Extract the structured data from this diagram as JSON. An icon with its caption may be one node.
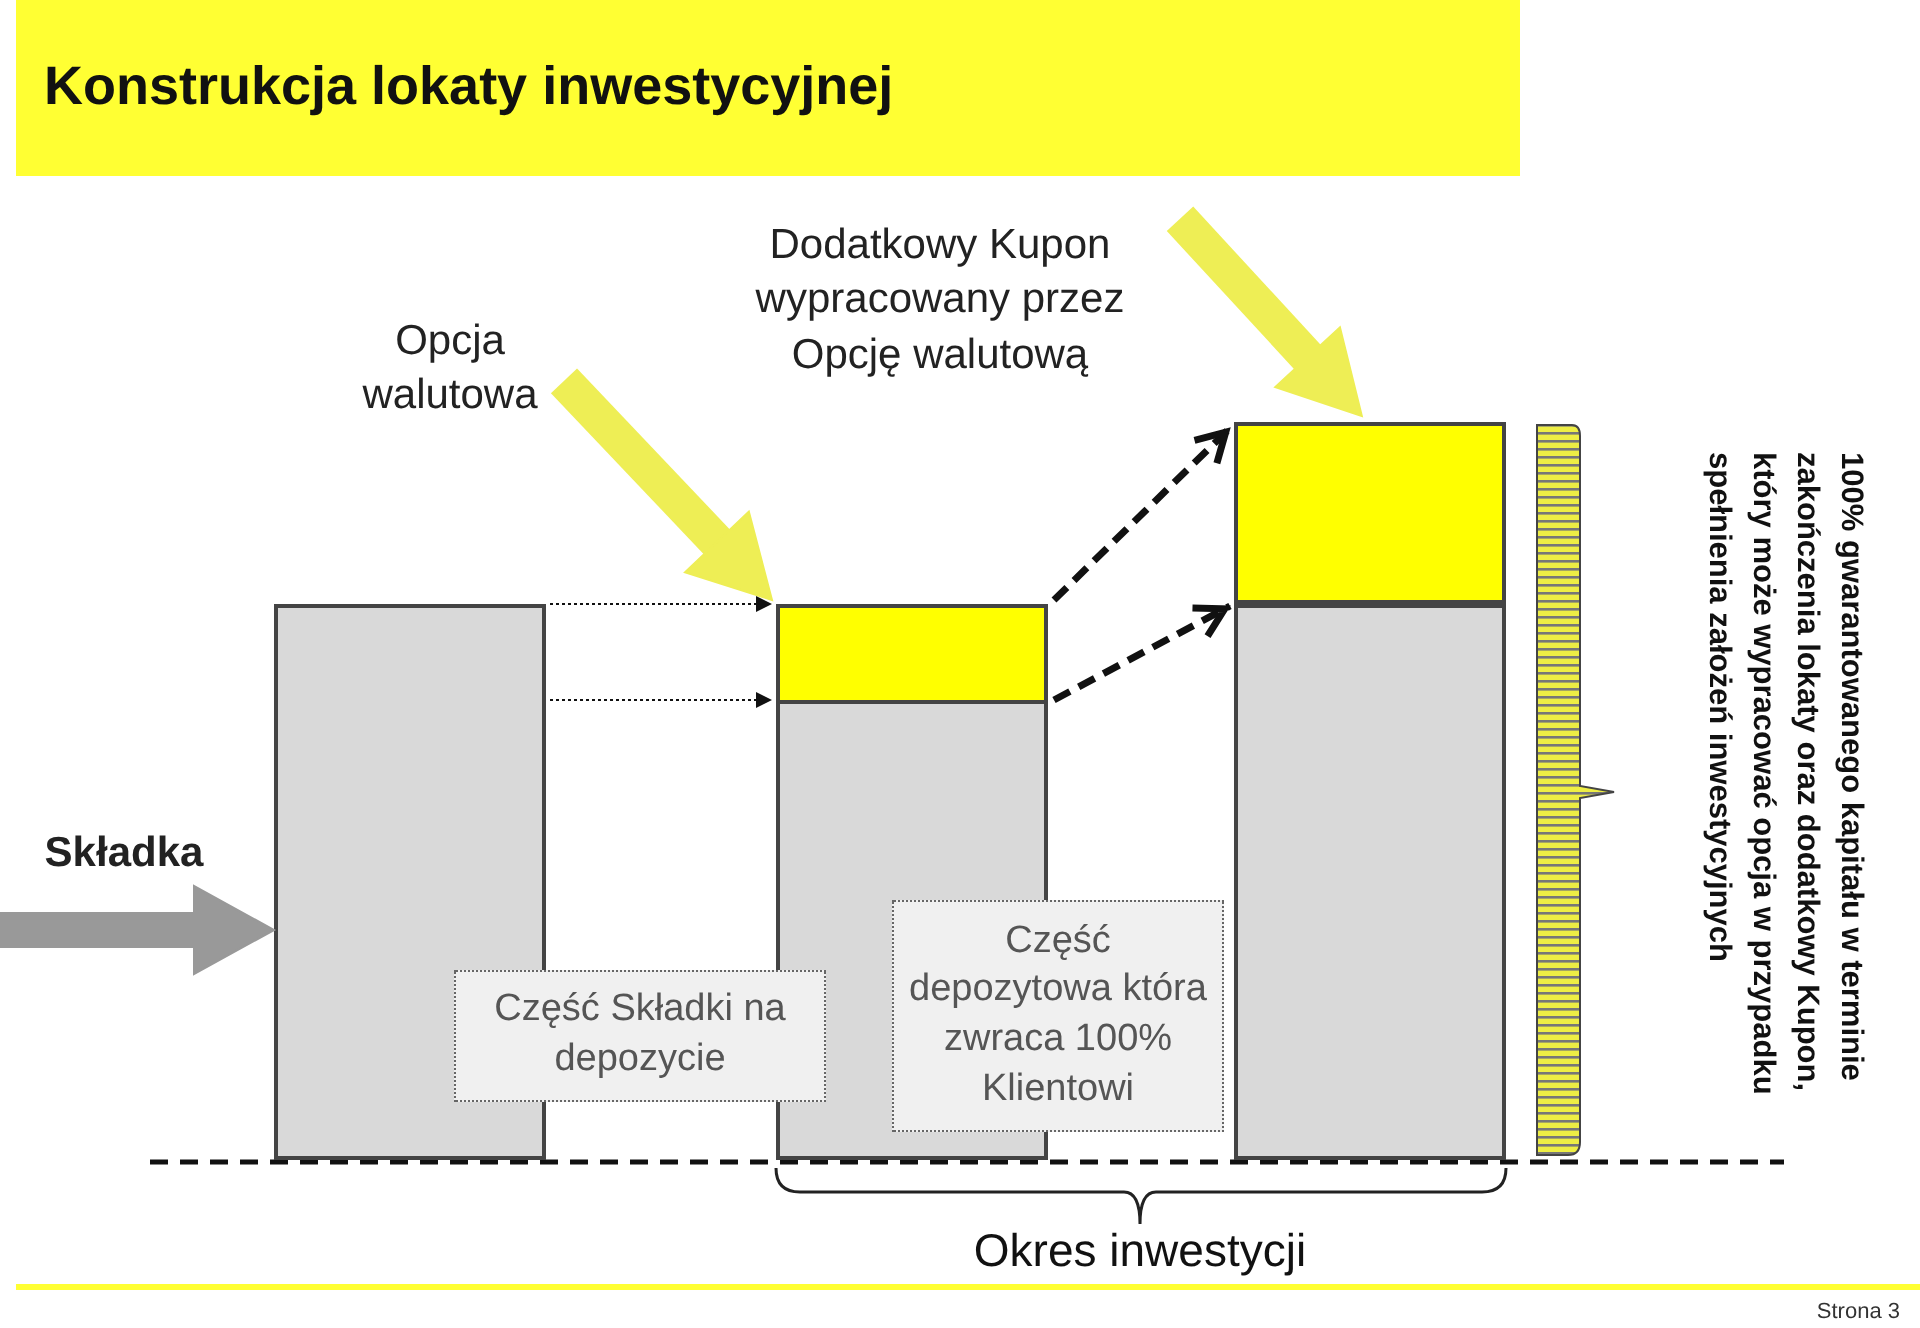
{
  "diagram": {
    "title": "Konstrukcja lokaty inwestycyjnej",
    "nodes": [
      {
        "text": [],
        "shape": "bar"
      },
      {
        "text": [],
        "shape": "bar"
      },
      {
        "text": [],
        "shape": "bar"
      },
      {
        "text": [],
        "shape": "bar"
      },
      {
        "text": [],
        "shape": "bar"
      },
      {
        "text": [
          "Część Składki na depozycie"
        ]
      },
      {
        "text": [
          "Część depozytowa która zwraca 100% Klientowi"
        ]
      },
      {
        "text": [
          "Składka"
        ]
      },
      {
        "text": [
          "Opcja walutowa"
        ]
      },
      {
        "text": [
          "Dodatkowy Kupon wypracowany przez Opcję walutową"
        ]
      },
      {
        "text": [],
        "shape": "bar"
      }
    ],
    "edges": [
      {
        "from": null,
        "to": 0,
        "arrow": "to",
        "style": "thick",
        "color": "#999999"
      },
      {
        "from": 8,
        "to": 2,
        "arrow": "to",
        "style": "thick",
        "color": "#eeee55"
      },
      {
        "from": 9,
        "to": 3,
        "arrow": "to",
        "style": "thick",
        "color": "#eeee55"
      },
      {
        "from": 0,
        "to": 2,
        "arrow": "to",
        "style": "dashed"
      },
      {
        "from": 0,
        "to": 1,
        "arrow": "to",
        "style": "dashed"
      },
      {
        "from": 2,
        "to": 3,
        "arrow": "to",
        "style": "dashed"
      },
      {
        "from": 1,
        "to": 4,
        "arrow": "to",
        "style": "dashed"
      }
    ],
    "labels": [
      "100% gwarantowanego kapitału w terminie zakończenia lokaty oraz dodatkowy Kupon, który może wypracować opcja w przypadku spełnienia założeń inwestycyjnych",
      "Okres inwestycji",
      "Strona 3"
    ]
  }
}
